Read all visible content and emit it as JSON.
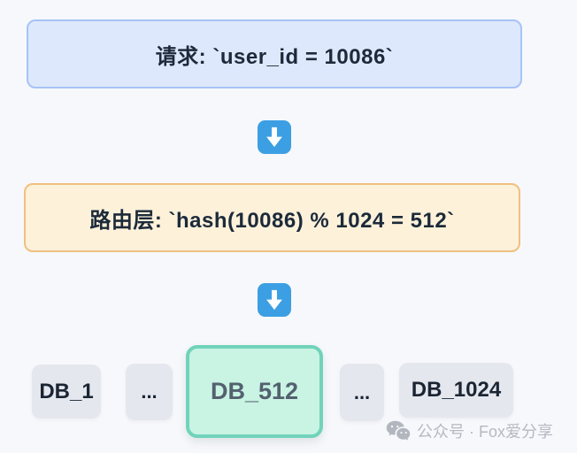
{
  "flow": {
    "request": {
      "label": "请求: `user_id = 10086`"
    },
    "router": {
      "label": "路由层: `hash(10086) % 1024 = 512`"
    }
  },
  "databases": {
    "items": [
      {
        "label": "DB_1",
        "highlighted": false
      },
      {
        "label": "...",
        "highlighted": false
      },
      {
        "label": "DB_512",
        "highlighted": true
      },
      {
        "label": "...",
        "highlighted": false
      },
      {
        "label": "DB_1024",
        "highlighted": false
      }
    ]
  },
  "watermark": {
    "text": "公众号 · Fox爱分享",
    "icon": "wechat-icon"
  },
  "colors": {
    "background": "#f7f8fb",
    "request_box_bg": "#dde8fc",
    "request_box_border": "#a6c3f6",
    "router_box_bg": "#fdf1da",
    "router_box_border": "#f0c080",
    "arrow_blue": "#3d9fe3",
    "db_box_bg": "#e4e7ee",
    "db_highlight_bg": "#c9f3e3",
    "db_highlight_border": "#70d3ba",
    "dark_text": "#1c2a3a",
    "watermark_gray": "#b5b9c1"
  }
}
